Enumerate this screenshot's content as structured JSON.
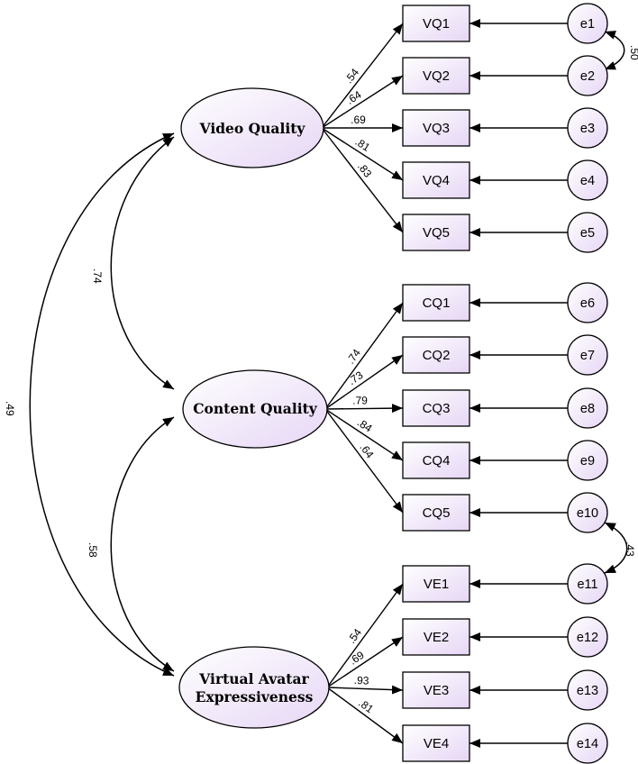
{
  "colors": {
    "fill_start": "#ffffff",
    "fill_end": "#e6d6f5",
    "stroke": "#000000"
  },
  "latents": {
    "vq": {
      "label": "Video Quality"
    },
    "cq": {
      "label": "Content Quality"
    },
    "vae": {
      "line1": "Virtual Avatar",
      "line2": "Expressiveness"
    }
  },
  "indicators": [
    {
      "label": "VQ1",
      "error": "e1",
      "loading": ".54"
    },
    {
      "label": "VQ2",
      "error": "e2",
      "loading": ".64"
    },
    {
      "label": "VQ3",
      "error": "e3",
      "loading": ".69"
    },
    {
      "label": "VQ4",
      "error": "e4",
      "loading": ".81"
    },
    {
      "label": "VQ5",
      "error": "e5",
      "loading": ".83"
    },
    {
      "label": "CQ1",
      "error": "e6",
      "loading": ".74"
    },
    {
      "label": "CQ2",
      "error": "e7",
      "loading": ".73"
    },
    {
      "label": "CQ3",
      "error": "e8",
      "loading": ".79"
    },
    {
      "label": "CQ4",
      "error": "e9",
      "loading": ".84"
    },
    {
      "label": "CQ5",
      "error": "e10",
      "loading": ".64"
    },
    {
      "label": "VE1",
      "error": "e11",
      "loading": ".54"
    },
    {
      "label": "VE2",
      "error": "e12",
      "loading": ".69"
    },
    {
      "label": "VE3",
      "error": "e13",
      "loading": ".93"
    },
    {
      "label": "VE4",
      "error": "e14",
      "loading": ".81"
    }
  ],
  "correlations": {
    "vq_cq": ".74",
    "cq_vae": ".58",
    "vq_vae": ".49",
    "e1_e2": ".50",
    "e10_e11": ".43"
  }
}
